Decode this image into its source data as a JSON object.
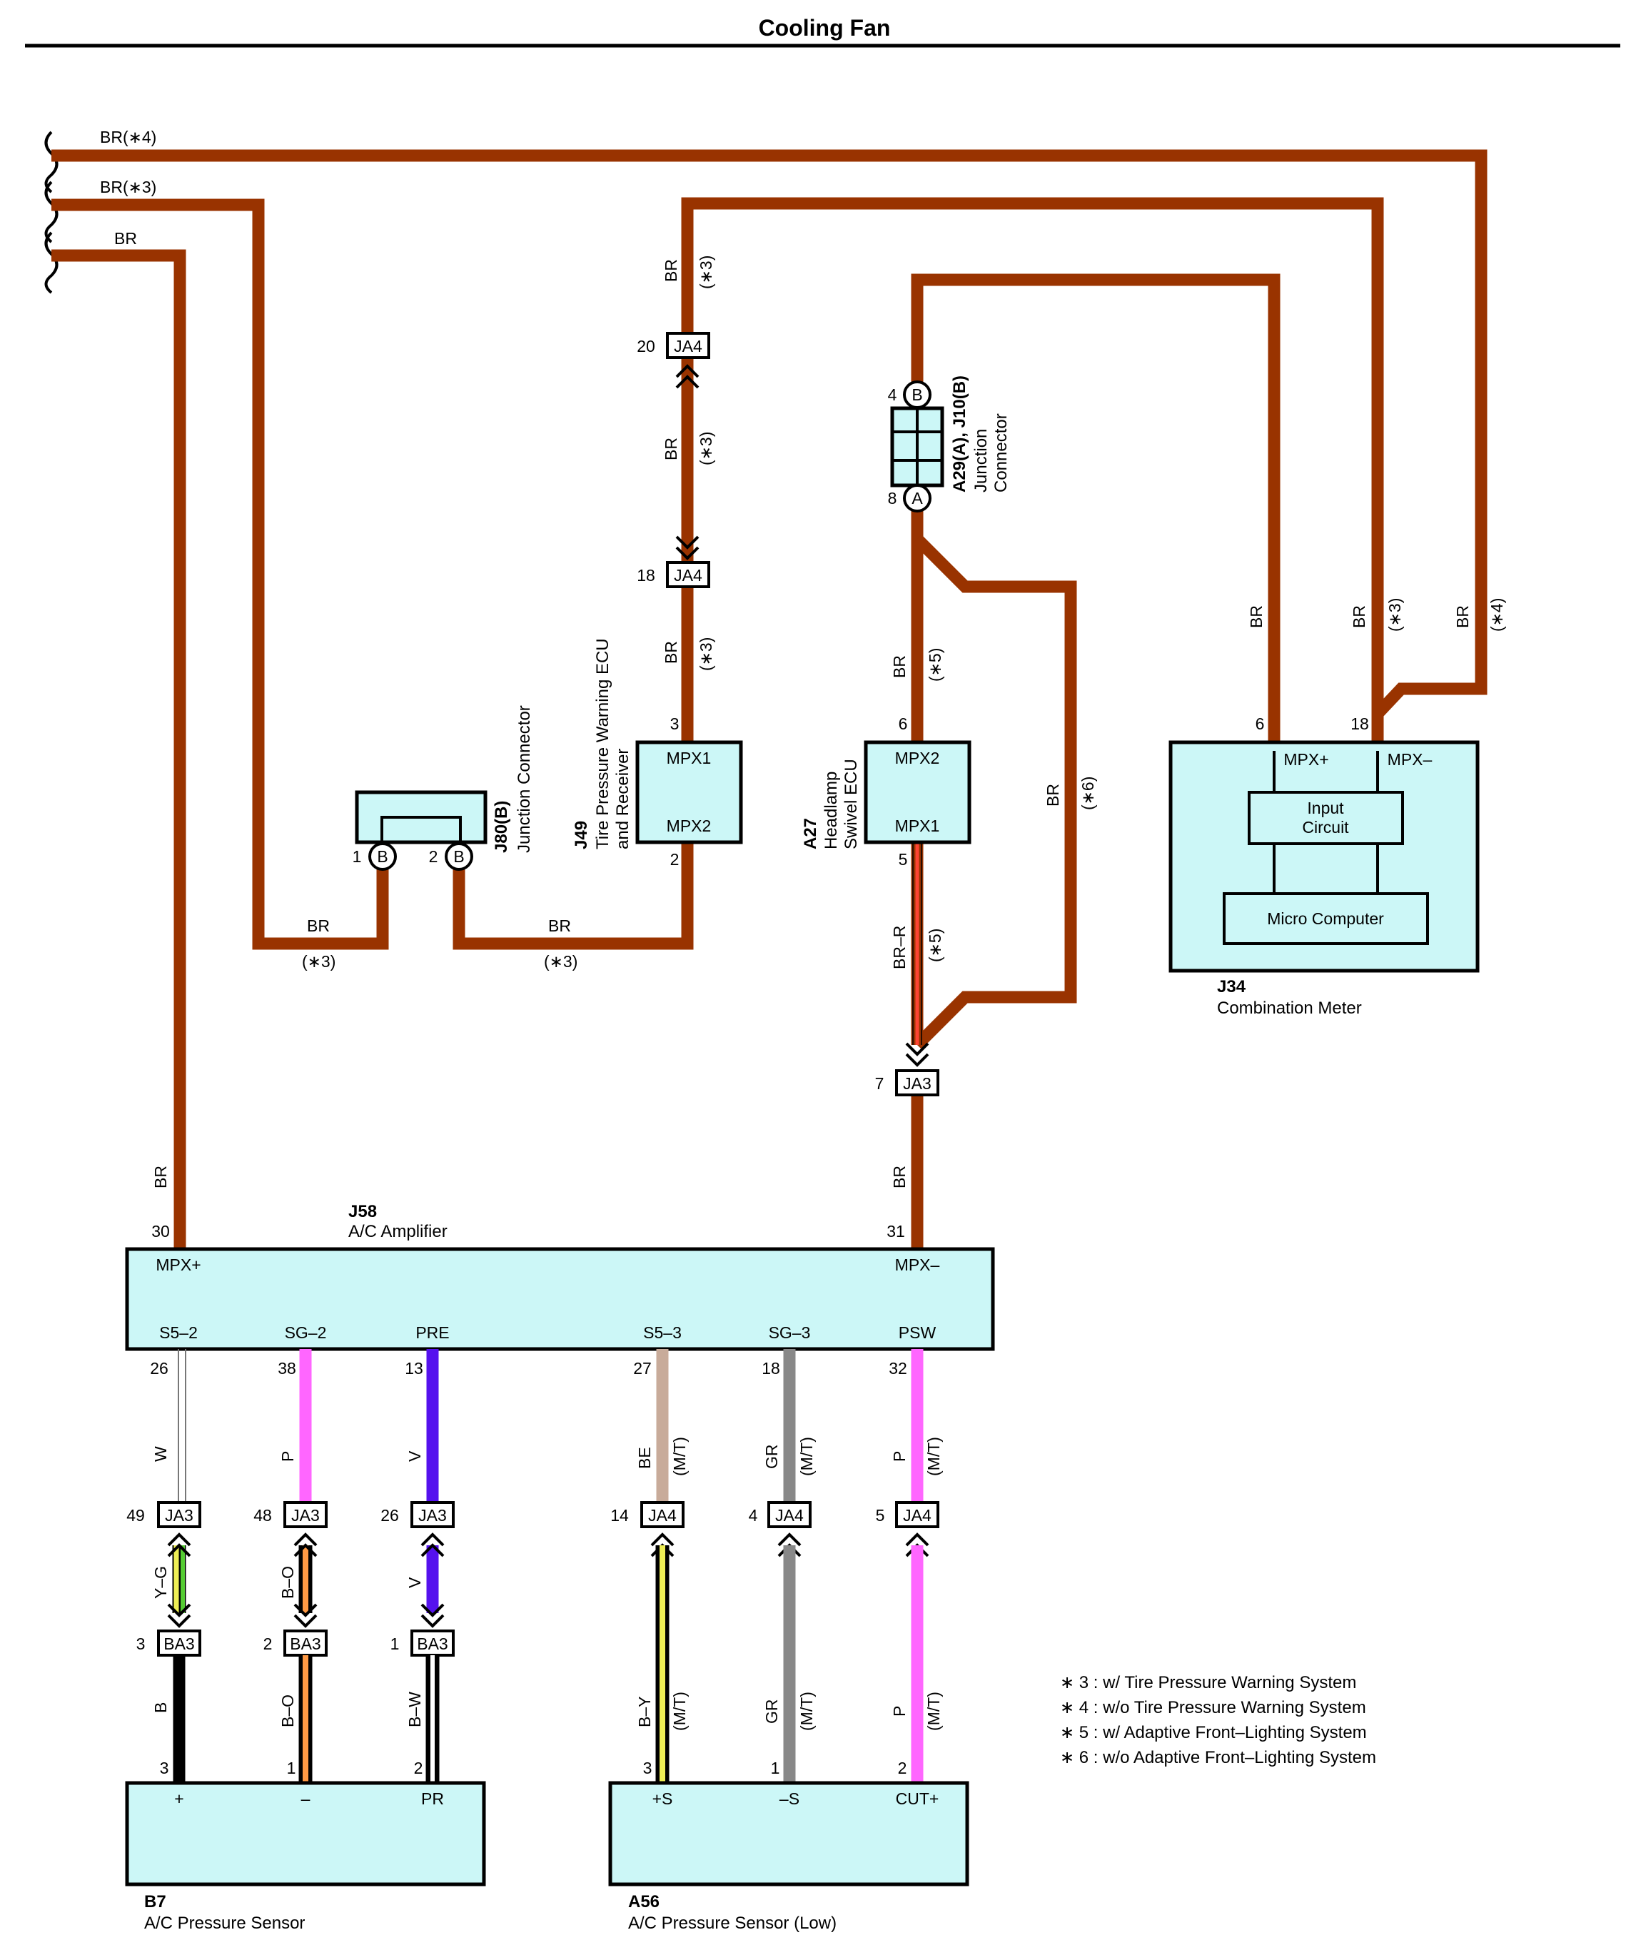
{
  "title": "Cooling Fan",
  "colors": {
    "br": "#993300",
    "w": "#ffffff",
    "p": "#ff66ff",
    "v": "#5511ee",
    "be": "#c8ab9a",
    "gr": "#888888",
    "b": "#000000",
    "y": "#eeee55",
    "g": "#55cc33",
    "o": "#ff9944",
    "r": "#ff4433",
    "box": "#ccf7f7"
  },
  "wires": {
    "br4": "BR(∗4)",
    "br3": "BR(∗3)",
    "br": "BR",
    "brr": "BR–R",
    "yg": "Y–G",
    "bo": "B–O",
    "by": "B–Y",
    "bw": "B–W",
    "w": "W",
    "p": "P",
    "v": "V",
    "be": "BE",
    "gr": "GR",
    "b": "B"
  },
  "notes": {
    "n3": "(∗3)",
    "n4": "(∗4)",
    "n5": "(∗5)",
    "n6": "(∗6)",
    "mt": "(M/T)"
  },
  "junctions": {
    "ja4": "JA4",
    "ja3": "JA3",
    "ba3": "BA3"
  },
  "components": {
    "j80": {
      "code": "J80(B)",
      "name": "Junction Connector",
      "pin1": "1",
      "pin2": "2",
      "term": "B"
    },
    "j49": {
      "code": "J49",
      "name1": "Tire Pressure Warning ECU",
      "name2": "and Receiver",
      "t1": "MPX1",
      "t2": "MPX2",
      "p3": "3",
      "p2": "2"
    },
    "a27": {
      "code": "A27",
      "name1": "Headlamp",
      "name2": "Swivel ECU",
      "t1": "MPX2",
      "t2": "MPX1",
      "p6": "6",
      "p5": "5"
    },
    "a29": {
      "code": "A29(A), J10(B)",
      "name1": "Junction",
      "name2": "Connector",
      "p4": "4",
      "p8": "8",
      "tb": "B",
      "ta": "A"
    },
    "j34": {
      "code": "J34",
      "name": "Combination Meter",
      "t1": "MPX+",
      "t2": "MPX–",
      "p6": "6",
      "p18": "18",
      "ic1": "Input",
      "ic2": "Circuit",
      "mc": "Micro Computer"
    },
    "j58": {
      "code": "J58",
      "name": "A/C Amplifier",
      "mpxp": "MPX+",
      "mpxm": "MPX–",
      "p30": "30",
      "p31": "31",
      "terms": [
        "S5–2",
        "SG–2",
        "PRE",
        "S5–3",
        "SG–3",
        "PSW"
      ],
      "pins": [
        "26",
        "38",
        "13",
        "27",
        "18",
        "32"
      ]
    },
    "b7": {
      "code": "B7",
      "name": "A/C Pressure Sensor",
      "terms": [
        "+",
        "–",
        "PR"
      ],
      "pins": [
        "3",
        "1",
        "2"
      ]
    },
    "a56": {
      "code": "A56",
      "name": "A/C Pressure Sensor (Low)",
      "terms": [
        "+S",
        "–S",
        "CUT+"
      ],
      "pins": [
        "3",
        "1",
        "2"
      ]
    }
  },
  "junction_pins": {
    "ja4_top": "20",
    "ja4_mid": "18",
    "ja3_mid": "7",
    "ja3_row": [
      "49",
      "48",
      "26"
    ],
    "ja4_row": [
      "14",
      "4",
      "5"
    ],
    "ba3_row": [
      "3",
      "2",
      "1"
    ]
  },
  "legend": [
    "∗ 3 : w/ Tire Pressure Warning System",
    "∗ 4 : w/o Tire Pressure Warning System",
    "∗ 5 : w/ Adaptive Front–Lighting System",
    "∗ 6 : w/o Adaptive Front–Lighting System"
  ]
}
